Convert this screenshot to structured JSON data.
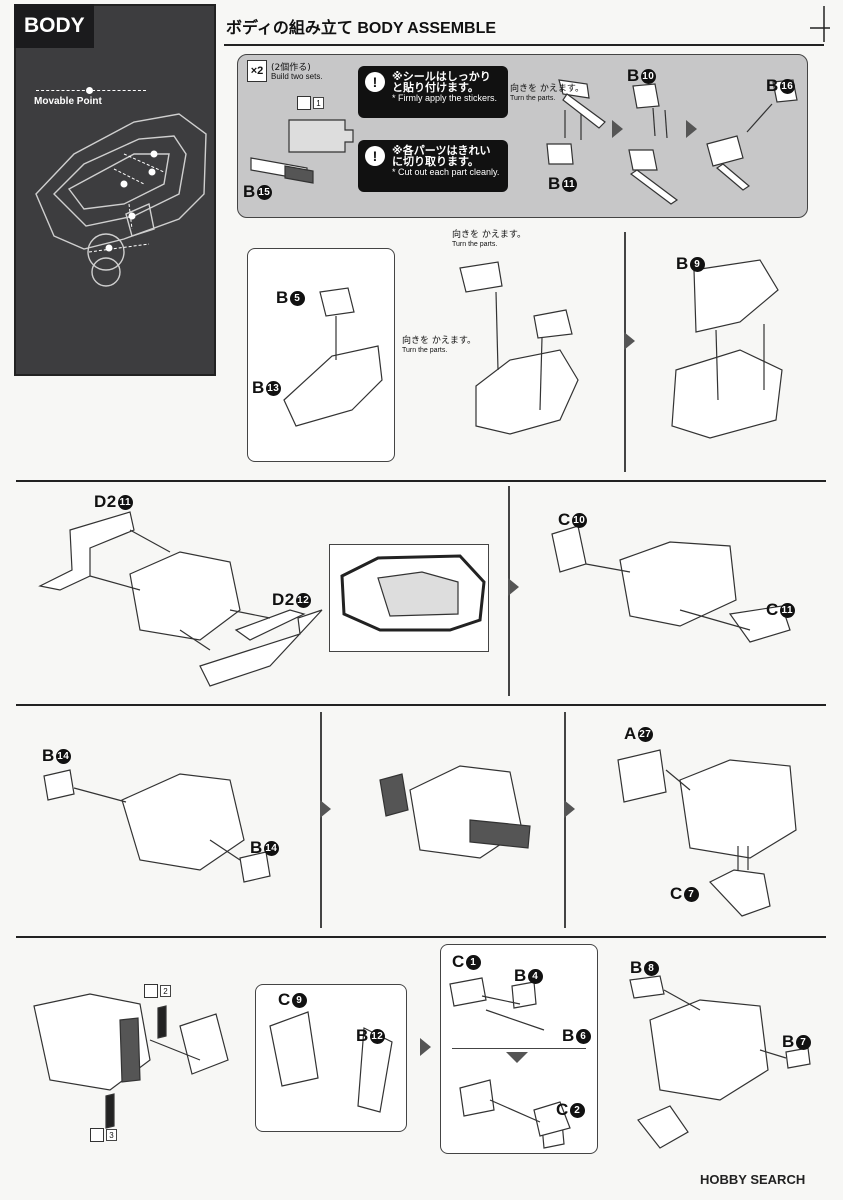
{
  "side": {
    "tab": "BODY",
    "movable": "Movable Point"
  },
  "header": {
    "jp": "ボディの組み立て",
    "en": "BODY ASSEMBLE"
  },
  "top_step": {
    "count": "×2",
    "count_jp": "(2個作る)",
    "count_en": "Build two sets.",
    "callout1_jp": "※シールはしっかりと貼り付けます。",
    "callout1_en": "* Firmly apply the stickers.",
    "callout2_jp": "※各パーツはきれいに切り取ります。",
    "callout2_en": "* Cut out each part cleanly.",
    "sticker1": "1"
  },
  "turn": {
    "jp": "向きを かえます。",
    "en": "Turn the parts."
  },
  "parts": {
    "b15": {
      "l": "B",
      "n": "15"
    },
    "b10": {
      "l": "B",
      "n": "10"
    },
    "b11": {
      "l": "B",
      "n": "11"
    },
    "b16": {
      "l": "B",
      "n": "16"
    },
    "b5": {
      "l": "B",
      "n": "5"
    },
    "b13": {
      "l": "B",
      "n": "13"
    },
    "b9": {
      "l": "B",
      "n": "9"
    },
    "d2_11": {
      "l": "D2",
      "n": "11"
    },
    "d2_12": {
      "l": "D2",
      "n": "12"
    },
    "c10": {
      "l": "C",
      "n": "10"
    },
    "c11": {
      "l": "C",
      "n": "11"
    },
    "b14a": {
      "l": "B",
      "n": "14"
    },
    "b14b": {
      "l": "B",
      "n": "14"
    },
    "a27": {
      "l": "A",
      "n": "27"
    },
    "c7": {
      "l": "C",
      "n": "7"
    },
    "c9": {
      "l": "C",
      "n": "9"
    },
    "b12": {
      "l": "B",
      "n": "12"
    },
    "c1": {
      "l": "C",
      "n": "1"
    },
    "b4": {
      "l": "B",
      "n": "4"
    },
    "b6": {
      "l": "B",
      "n": "6"
    },
    "c2": {
      "l": "C",
      "n": "2"
    },
    "b8": {
      "l": "B",
      "n": "8"
    },
    "b7": {
      "l": "B",
      "n": "7"
    }
  },
  "stickers": {
    "s2": "2",
    "s3": "3"
  },
  "watermark": "HOBBY SEARCH",
  "colors": {
    "panel": "#3d3d3f",
    "step_bg": "#c7c7c8",
    "dark_part": "#555555"
  }
}
